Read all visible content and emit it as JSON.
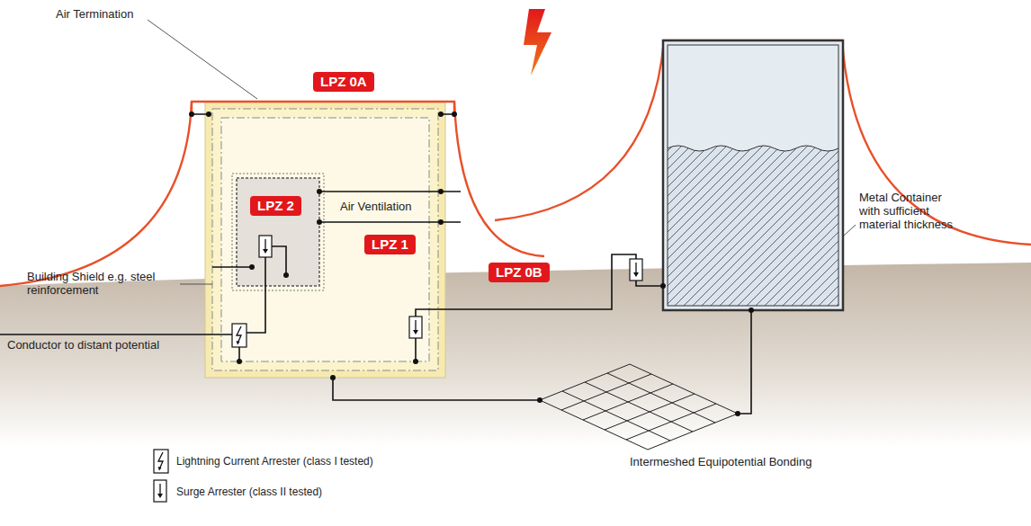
{
  "diagram": {
    "nodes": [
      {
        "text": [
          "LPZ 0A"
        ]
      },
      {
        "text": [
          "LPZ 1"
        ]
      },
      {
        "text": [
          "LPZ 2"
        ],
        "in": 1
      },
      {
        "text": [
          "LPZ 0B"
        ]
      }
    ],
    "labels": [
      "Air Termination",
      "Air Ventilation",
      "Building Shield e.g. steel reinforcement",
      "Conductor to distant potential",
      "Metal Container with sufficient material thickness",
      "Intermeshed Equipotential Bonding"
    ],
    "legend": [
      {
        "text": "Lightning Current Arrester (class I tested)"
      },
      {
        "text": "Surge Arrester (class II tested)"
      }
    ]
  }
}
